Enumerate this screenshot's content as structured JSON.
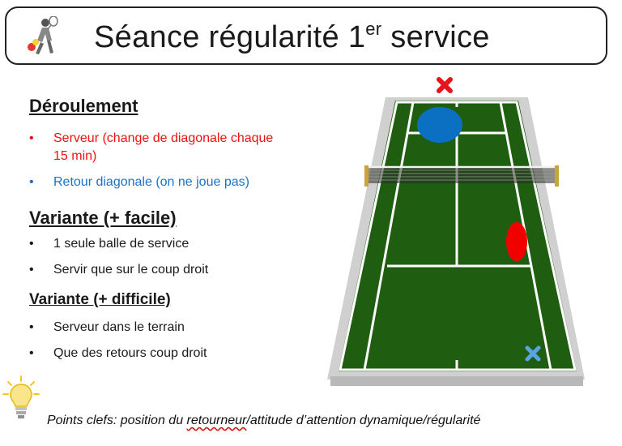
{
  "title": {
    "main": "Séance régularité 1",
    "superscript": "er",
    "rest": " service",
    "icon": "tennis-player-icon"
  },
  "deroulement": {
    "heading": "Déroulement",
    "items": [
      {
        "text": "Serveur (change de diagonale chaque 15 min)",
        "color": "#ee1111"
      },
      {
        "text": "Retour diagonale (on ne joue pas)",
        "color": "#1b73c7"
      }
    ]
  },
  "variante_facile": {
    "heading": "Variante (+ facile)",
    "items": [
      "1 seule balle de service",
      "Servir que sur le coup droit"
    ]
  },
  "variante_difficile": {
    "heading": "Variante (+ difficile)",
    "items": [
      "Serveur dans le terrain",
      "Que des retours coup droit"
    ]
  },
  "key_points": {
    "prefix": "Points clefs: position du ",
    "underlined": "retourneur",
    "suffix": "/attitude d’attention dynamique/régularité",
    "icon": "lightbulb-icon"
  },
  "court": {
    "surface_color": "#1f5e10",
    "outer_color": "#d0d0d0",
    "markers": [
      "red-x-icon",
      "blue-x-icon",
      "blue-zone",
      "red-zone"
    ]
  }
}
